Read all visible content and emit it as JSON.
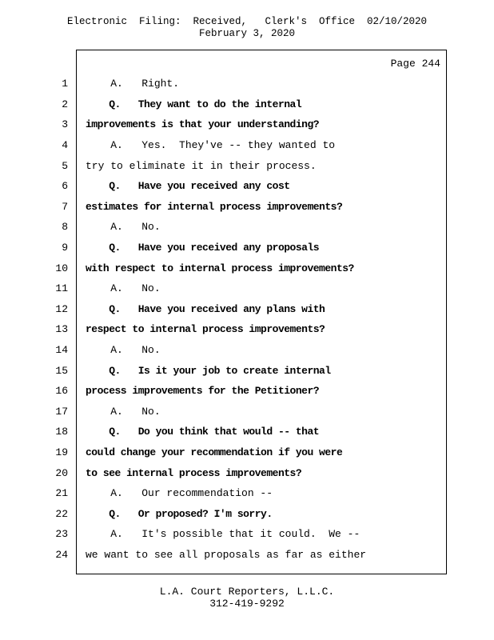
{
  "header": {
    "line1": "Electronic  Filing:  Received,   Clerk's  Office  02/10/2020",
    "line2": "February 3, 2020"
  },
  "page": {
    "label": "Page 244"
  },
  "transcript": {
    "lines": [
      {
        "num": "1",
        "bold": false,
        "text": "    A.   Right."
      },
      {
        "num": "2",
        "bold": true,
        "text": "    Q.   They want to do the internal"
      },
      {
        "num": "3",
        "bold": true,
        "text": "improvements is that your understanding?"
      },
      {
        "num": "4",
        "bold": false,
        "text": "    A.   Yes.  They've -- they wanted to"
      },
      {
        "num": "5",
        "bold": false,
        "text": "try to eliminate it in their process."
      },
      {
        "num": "6",
        "bold": true,
        "text": "    Q.   Have you received any cost"
      },
      {
        "num": "7",
        "bold": true,
        "text": "estimates for internal process improvements?"
      },
      {
        "num": "8",
        "bold": false,
        "text": "    A.   No."
      },
      {
        "num": "9",
        "bold": true,
        "text": "    Q.   Have you received any proposals"
      },
      {
        "num": "10",
        "bold": true,
        "text": "with respect to internal process improvements?"
      },
      {
        "num": "11",
        "bold": false,
        "text": "    A.   No."
      },
      {
        "num": "12",
        "bold": true,
        "text": "    Q.   Have you received any plans with"
      },
      {
        "num": "13",
        "bold": true,
        "text": "respect to internal process improvements?"
      },
      {
        "num": "14",
        "bold": false,
        "text": "    A.   No."
      },
      {
        "num": "15",
        "bold": true,
        "text": "    Q.   Is it your job to create internal"
      },
      {
        "num": "16",
        "bold": true,
        "text": "process improvements for the Petitioner?"
      },
      {
        "num": "17",
        "bold": false,
        "text": "    A.   No."
      },
      {
        "num": "18",
        "bold": true,
        "text": "    Q.   Do you think that would -- that"
      },
      {
        "num": "19",
        "bold": true,
        "text": "could change your recommendation if you were"
      },
      {
        "num": "20",
        "bold": true,
        "text": "to see internal process improvements?"
      },
      {
        "num": "21",
        "bold": false,
        "text": "    A.   Our recommendation --"
      },
      {
        "num": "22",
        "bold": true,
        "text": "    Q.   Or proposed? I'm sorry."
      },
      {
        "num": "23",
        "bold": false,
        "text": "    A.   It's possible that it could.  We --"
      },
      {
        "num": "24",
        "bold": false,
        "text": "we want to see all proposals as far as either"
      }
    ]
  },
  "footer": {
    "line1": "L.A. Court Reporters, L.L.C.",
    "line2": "312-419-9292"
  }
}
